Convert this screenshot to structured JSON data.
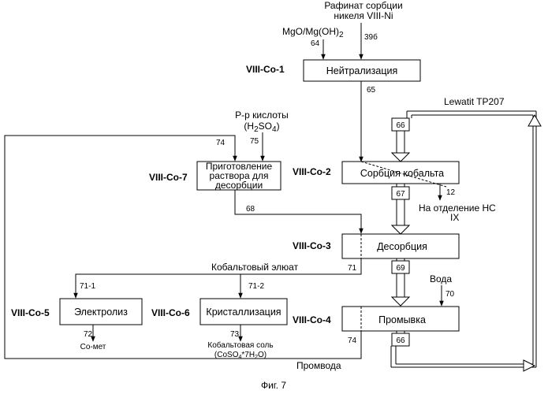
{
  "inputs": {
    "raffinate_line1": "Рафинат сорбции",
    "raffinate_line2": "никеля VIII-Ni",
    "mgo": "MgO/Mg(OH)",
    "mgo_sub": "2",
    "acid_line1": "Р-р кислоты",
    "acid_line2": "(H",
    "acid_sub": "2",
    "acid_line2_end": "SO",
    "acid_sub2": "4",
    "acid_close": ")",
    "water": "Вода",
    "resin": "Lewatit TP207"
  },
  "units": [
    {
      "tag": "VIII-Co-1",
      "label": "Нейтрализация"
    },
    {
      "tag": "VIII-Co-2",
      "label": "Сорбция кобальта"
    },
    {
      "tag": "VIII-Co-3",
      "label": "Десорбция"
    },
    {
      "tag": "VIII-Co-4",
      "label": "Промывка"
    },
    {
      "tag": "VIII-Co-5",
      "label": "Электролиз"
    },
    {
      "tag": "VIII-Co-6",
      "label": "Кристаллизация"
    },
    {
      "tag": "VIII-Co-7",
      "label_lines": [
        "Приготовление",
        "раствора для",
        "десорбции"
      ]
    }
  ],
  "streams": {
    "s39b": "39б",
    "s64": "64",
    "s65": "65",
    "s66a": "66",
    "s66b": "66",
    "s67": "67",
    "s68": "68",
    "s69": "69",
    "s70": "70",
    "s71": "71",
    "s71_1": "71-1",
    "s71_2": "71-2",
    "s72": "72",
    "s73": "73",
    "s74a": "74",
    "s74b": "74",
    "s75": "75",
    "s12": "12"
  },
  "outputs": {
    "hc_ix_line1": "На отделение НС",
    "hc_ix_line2": "IX",
    "cobalt_eluate": "Кобальтовый элюат",
    "co_metal": "Co-мет",
    "cobalt_salt_line1": "Кобальтовая соль",
    "cobalt_salt_line2": "(CoSO",
    "cobalt_salt_sub": "4",
    "cobalt_salt_end": "*7H",
    "cobalt_salt_sub2": "2",
    "cobalt_salt_close": "O)",
    "wash_water": "Промвода"
  },
  "caption": "Фиг. 7"
}
